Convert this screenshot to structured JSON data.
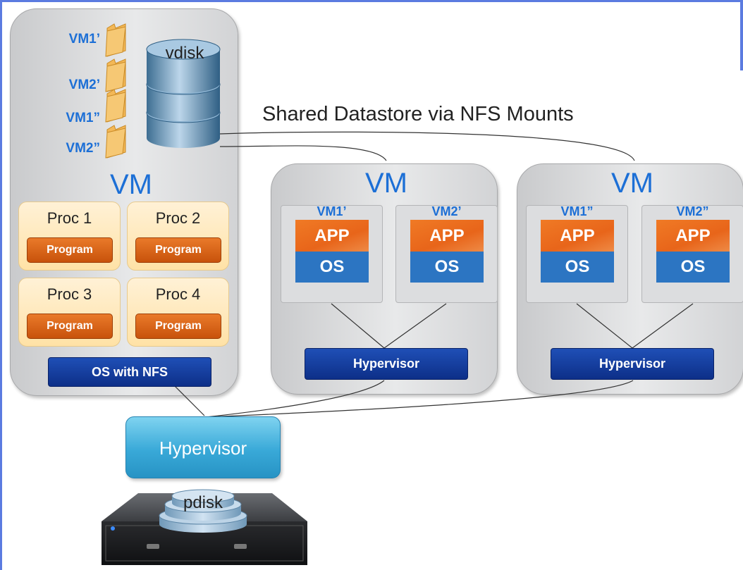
{
  "shared_label": "Shared Datastore via NFS Mounts",
  "left_vm": {
    "title": "VM",
    "vdisk_label": "vdisk",
    "folders": [
      "VM1’",
      "VM2’",
      "VM1”",
      "VM2”"
    ],
    "procs": [
      {
        "label": "Proc 1",
        "program": "Program"
      },
      {
        "label": "Proc 2",
        "program": "Program"
      },
      {
        "label": "Proc 3",
        "program": "Program"
      },
      {
        "label": "Proc 4",
        "program": "Program"
      }
    ],
    "os_label": "OS with NFS"
  },
  "middle_vm": {
    "title": "VM",
    "guests": [
      {
        "label": "VM1’",
        "app": "APP",
        "os": "OS"
      },
      {
        "label": "VM2’",
        "app": "APP",
        "os": "OS"
      }
    ],
    "hypervisor": "Hypervisor"
  },
  "right_vm": {
    "title": "VM",
    "guests": [
      {
        "label": "VM1”",
        "app": "APP",
        "os": "OS"
      },
      {
        "label": "VM2”",
        "app": "APP",
        "os": "OS"
      }
    ],
    "hypervisor": "Hypervisor"
  },
  "main_hypervisor": "Hypervisor",
  "pdisk_label": "pdisk",
  "colors": {
    "vm_title": "#1c6fd6",
    "program": "#d9621a",
    "app": "#e8651a",
    "os": "#2c75c2",
    "hypervisor_small": "#0d2f88",
    "hypervisor_main": "#39a9d8",
    "frame": "#5b7be0"
  },
  "icons": [
    "folder-icon",
    "vdisk-icon",
    "pdisk-icon",
    "server-icon"
  ]
}
